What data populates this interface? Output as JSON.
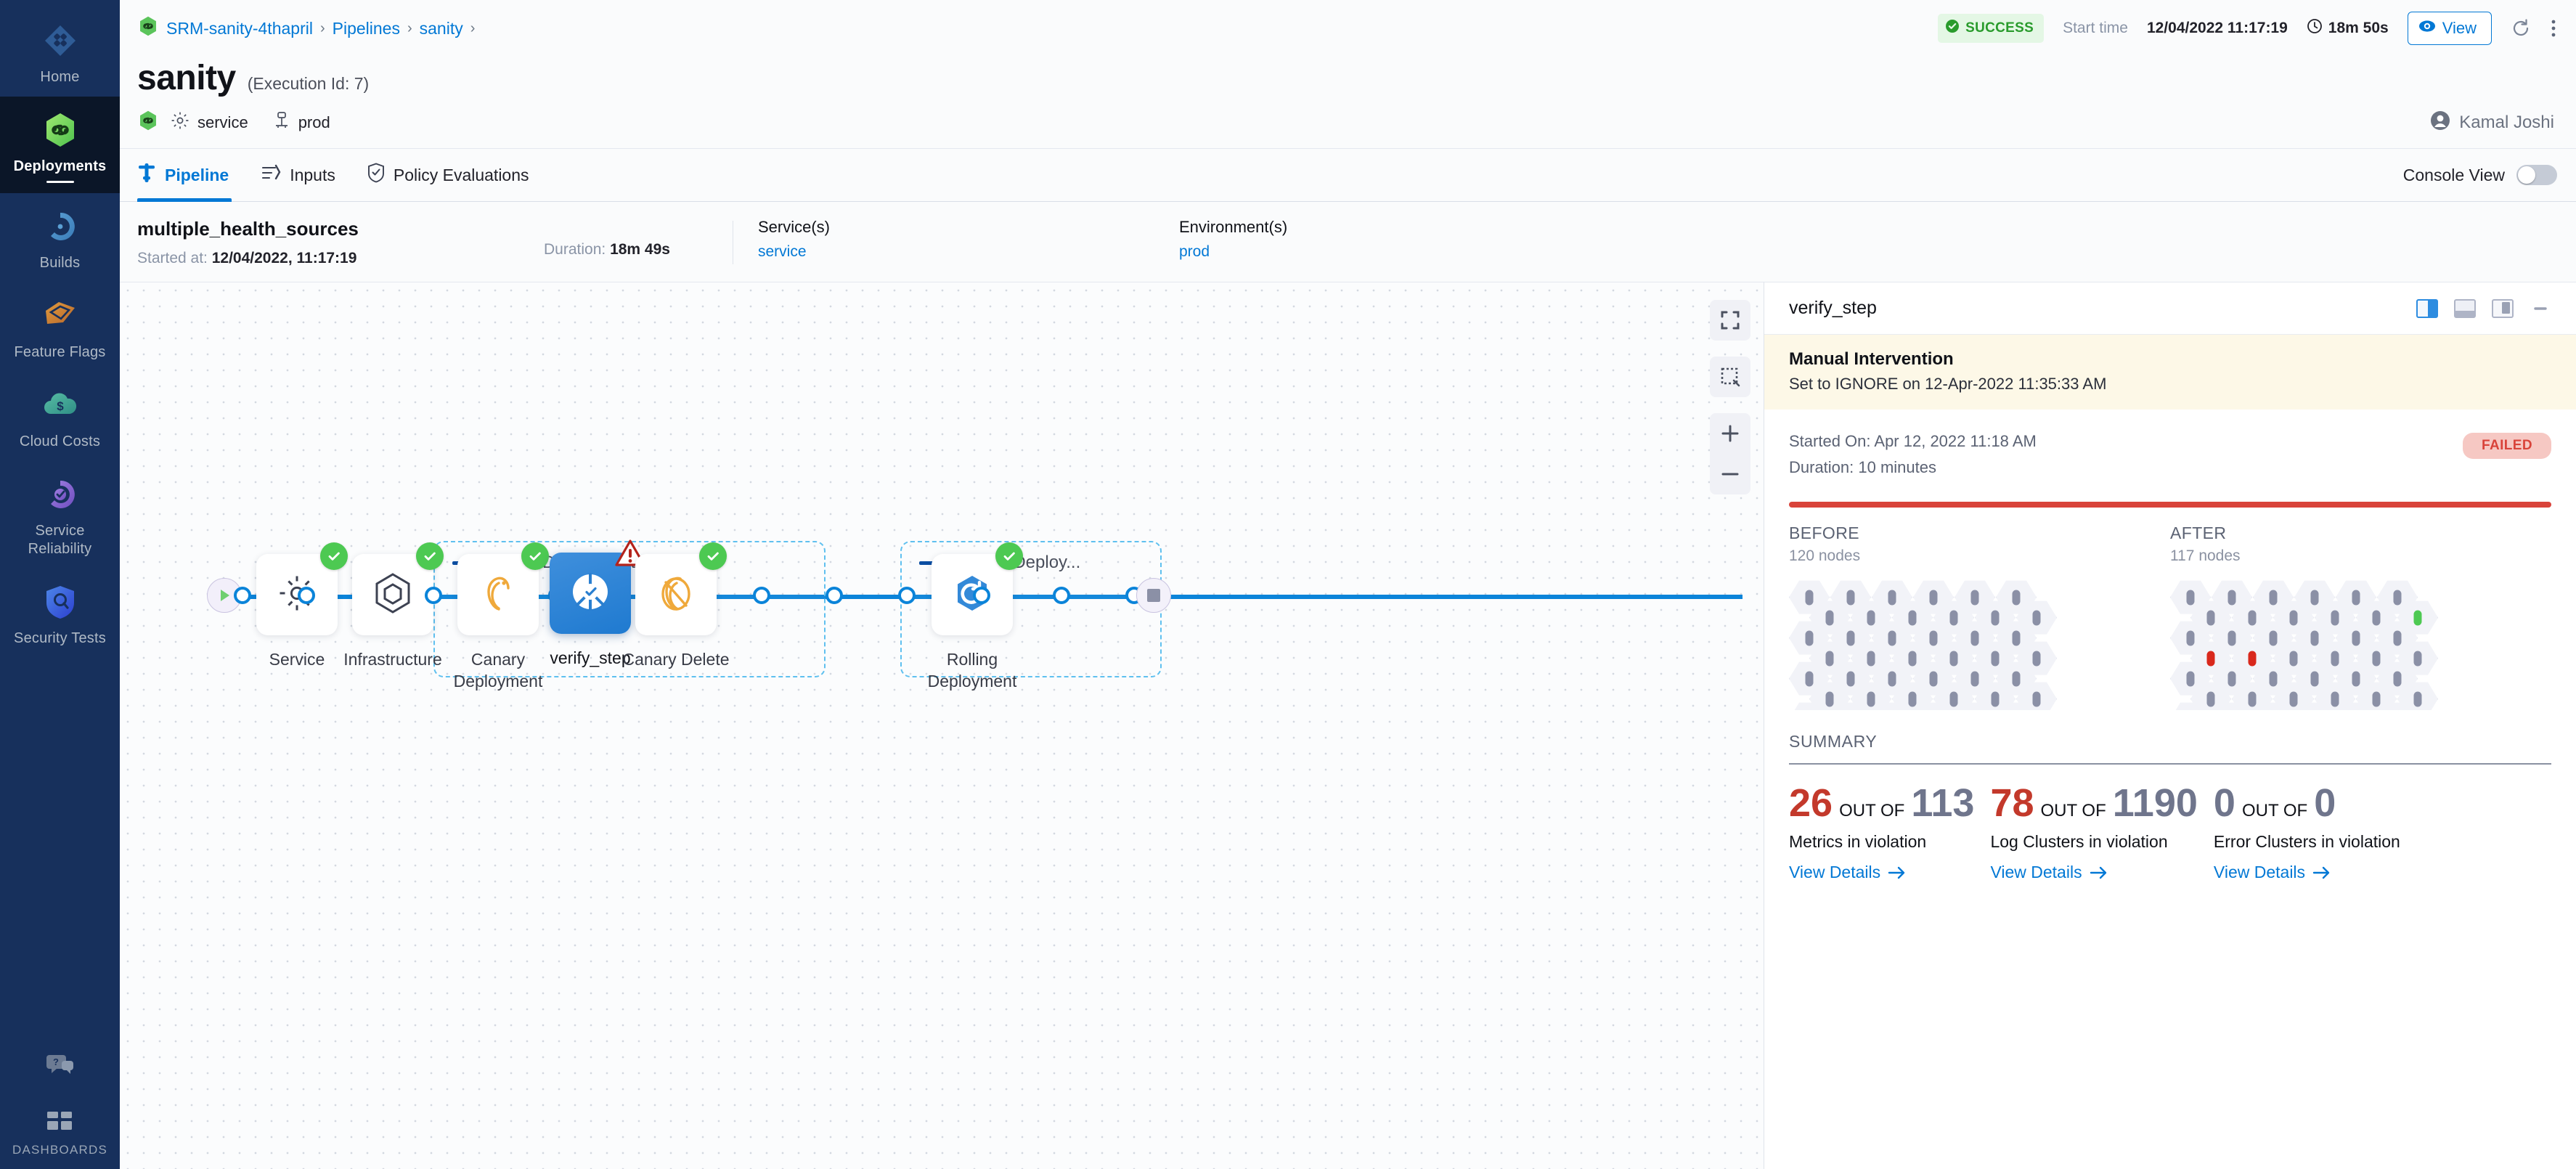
{
  "sidebar": {
    "items": [
      {
        "label": "Home",
        "icon": "home-icon",
        "active": false
      },
      {
        "label": "Deployments",
        "icon": "deployments-icon",
        "active": true
      },
      {
        "label": "Builds",
        "icon": "builds-icon",
        "active": false
      },
      {
        "label": "Feature Flags",
        "icon": "feature-flags-icon",
        "active": false
      },
      {
        "label": "Cloud Costs",
        "icon": "cloud-costs-icon",
        "active": false
      },
      {
        "label": "Service Reliability",
        "icon": "service-reliability-icon",
        "active": false
      },
      {
        "label": "Security Tests",
        "icon": "security-tests-icon",
        "active": false
      }
    ],
    "help_icon": "help-chat-icon",
    "dashboards_label": "DASHBOARDS",
    "dashboards_icon": "dashboards-grid-icon"
  },
  "topbar": {
    "breadcrumbs": [
      "SRM-sanity-4thapril",
      "Pipelines",
      "sanity"
    ],
    "status_badge": "SUCCESS",
    "start_time_label": "Start time",
    "start_time_value": "12/04/2022 11:17:19",
    "duration_value": "18m 50s",
    "view_button": "View",
    "refresh_icon": "refresh-icon",
    "more_icon": "more-vertical-icon"
  },
  "title": {
    "name": "sanity",
    "execution_id": "(Execution Id: 7)",
    "service_chip": "service",
    "env_chip": "prod",
    "user": "Kamal Joshi"
  },
  "tabs": [
    {
      "label": "Pipeline",
      "icon": "pipeline-icon",
      "active": true
    },
    {
      "label": "Inputs",
      "icon": "inputs-icon",
      "active": false
    },
    {
      "label": "Policy Evaluations",
      "icon": "policy-shield-icon",
      "active": false
    }
  ],
  "console_view": {
    "label": "Console View",
    "on": false
  },
  "execution": {
    "name": "multiple_health_sources",
    "started_label": "Started at:",
    "started_value": "12/04/2022, 11:17:19",
    "duration_label": "Duration:",
    "duration_value": "18m 49s",
    "services_header": "Service(s)",
    "services_value": "service",
    "environments_header": "Environment(s)",
    "environments_value": "prod"
  },
  "pipeline": {
    "nodes": [
      {
        "name": "Service",
        "icon": "gear-icon",
        "status": "success"
      },
      {
        "name": "Infrastructure",
        "icon": "hexagon-infra-icon",
        "status": "success"
      },
      {
        "name": "Canary Deployment",
        "icon": "canary-bird-icon",
        "status": "success"
      },
      {
        "name": "verify_step",
        "icon": "verify-icon",
        "status": "warning",
        "selected": true
      },
      {
        "name": "Canary Delete",
        "icon": "canary-delete-icon",
        "status": "success"
      },
      {
        "name": "Rolling Deployment",
        "icon": "rolling-icon",
        "status": "success"
      }
    ],
    "groups": [
      {
        "label": "Canary Deployment"
      },
      {
        "label": "Primary Deploy..."
      }
    ],
    "tools": [
      {
        "icon": "fit-screen-icon"
      },
      {
        "icon": "selection-box-icon"
      },
      {
        "icon": "zoom-in-icon"
      },
      {
        "icon": "zoom-out-icon"
      }
    ]
  },
  "detail": {
    "title": "verify_step",
    "view_icons": [
      "split-view-icon",
      "bottom-view-icon",
      "right-view-icon",
      "minimize-icon"
    ],
    "banner_title": "Manual Intervention",
    "banner_subtitle": "Set to IGNORE on 12-Apr-2022 11:35:33 AM",
    "started_on": "Started On: Apr 12, 2022 11:18 AM",
    "duration": "Duration: 10 minutes",
    "status_pill": "FAILED",
    "before": {
      "header": "BEFORE",
      "nodes": "120 nodes"
    },
    "after": {
      "header": "AFTER",
      "nodes": "117 nodes"
    },
    "summary_header": "SUMMARY",
    "summary_cards": [
      {
        "count": "26",
        "count_color": "red",
        "out_of_label": "OUT OF",
        "total": "113",
        "total_color": "grey",
        "label": "Metrics in violation",
        "link": "View Details"
      },
      {
        "count": "78",
        "count_color": "red",
        "out_of_label": "OUT OF",
        "total": "1190",
        "total_color": "grey",
        "label": "Log Clusters in violation",
        "link": "View Details"
      },
      {
        "count": "0",
        "count_color": "grey",
        "out_of_label": "OUT OF",
        "total": "0",
        "total_color": "grey",
        "label": "Error Clusters in violation",
        "link": "View Details"
      }
    ]
  },
  "colors": {
    "accent": "#0278d5",
    "success": "#4dc952",
    "failed": "#d9433a",
    "nav_bg": "#17305c",
    "nav_active_bg": "#0b1628"
  }
}
